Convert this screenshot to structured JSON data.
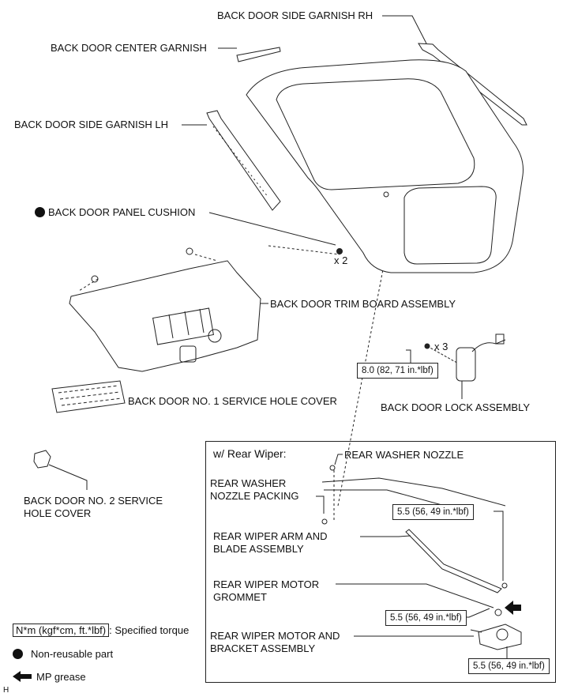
{
  "labels": {
    "side_garnish_rh": "BACK DOOR SIDE GARNISH RH",
    "center_garnish": "BACK DOOR CENTER GARNISH",
    "side_garnish_lh": "BACK DOOR SIDE GARNISH LH",
    "panel_cushion": "BACK DOOR PANEL CUSHION",
    "cushion_qty": "x 2",
    "trim_board": "BACK DOOR TRIM BOARD ASSEMBLY",
    "lock_qty": "x 3",
    "lock_torque": "8.0 (82, 71 in.*lbf)",
    "lock_assembly": "BACK DOOR LOCK ASSEMBLY",
    "service_hole_cover_1": "BACK DOOR NO. 1 SERVICE HOLE COVER",
    "service_hole_cover_2": "BACK DOOR NO. 2 SERVICE\nHOLE COVER"
  },
  "inset": {
    "title": "w/ Rear Wiper:",
    "washer_nozzle": "REAR WASHER NOZZLE",
    "nozzle_packing": "REAR WASHER\nNOZZLE PACKING",
    "arm_torque": "5.5 (56, 49 in.*lbf)",
    "wiper_arm": "REAR WIPER ARM AND\nBLADE ASSEMBLY",
    "motor_grommet": "REAR WIPER MOTOR\nGROMMET",
    "grommet_torque": "5.5 (56, 49 in.*lbf)",
    "motor_bracket": "REAR WIPER MOTOR AND\nBRACKET ASSEMBLY",
    "bracket_torque": "5.5 (56, 49 in.*lbf)"
  },
  "legend": {
    "torque_units": "N*m (kgf*cm, ft.*lbf)",
    "torque_desc": ": Specified torque",
    "non_reusable": "Non-reusable part",
    "mp_grease": "MP grease"
  },
  "corner_mark": "H",
  "icons": [
    "filled-circle-icon",
    "arrow-left-icon"
  ]
}
